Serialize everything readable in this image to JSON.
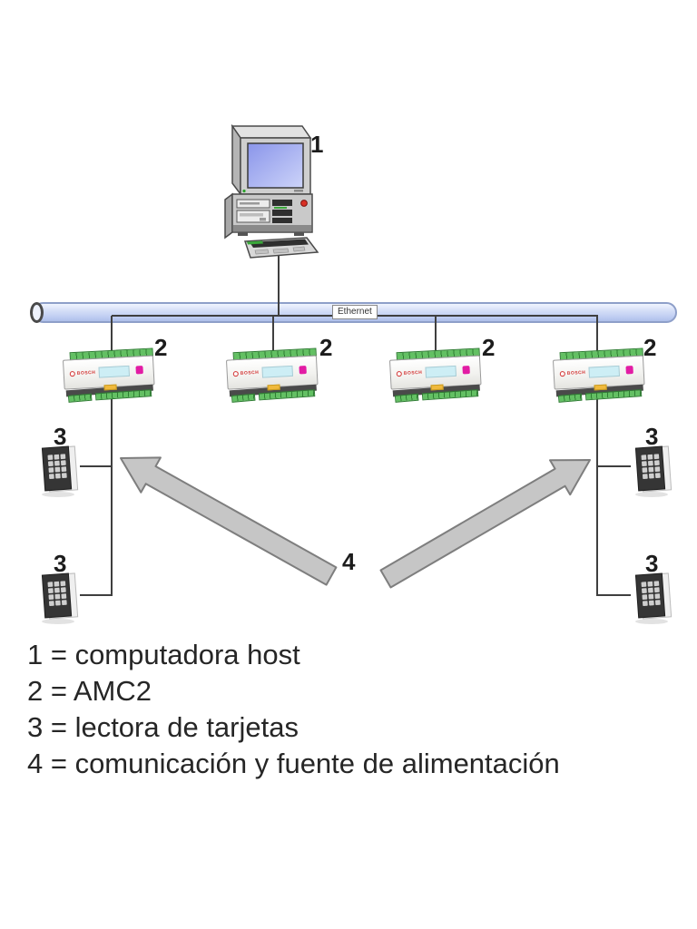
{
  "diagram": {
    "ethernet_label": "Ethernet",
    "device_brand": "BOSCH",
    "callout_host": "1",
    "callout_controller": "2",
    "callout_reader": "3",
    "callout_comm": "4"
  },
  "legend": {
    "items": [
      "1 = computadora host",
      "2 = AMC2",
      "3 = lectora de tarjetas",
      "4 = comunicación y fuente de alimentación"
    ]
  },
  "colors": {
    "bus_fill": "#cfdcf8",
    "bus_border": "#8e9fc9",
    "connector_line": "#3f3f3f",
    "arrow_fill": "#c6c6c6",
    "arrow_stroke": "#7e7e7e",
    "bosch_red": "#d23030",
    "display_cyan": "#cdeef5",
    "led_magenta": "#e21ca4",
    "terminal_green": "#63c063",
    "tab_yellow": "#f0b93c",
    "screen_blue": "#8a95ea"
  }
}
